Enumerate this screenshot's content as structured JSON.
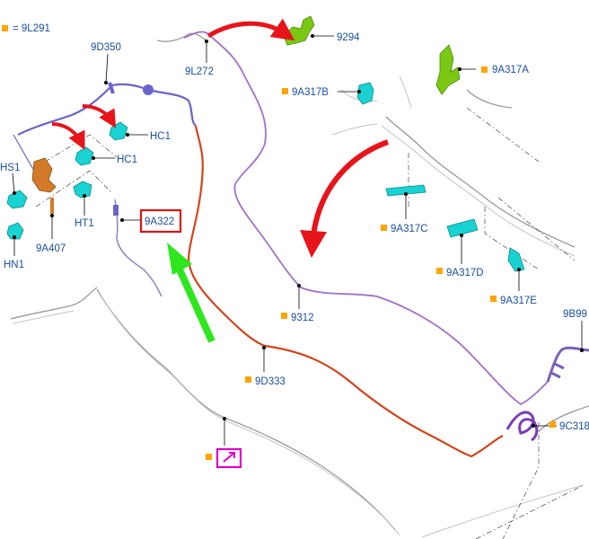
{
  "legend": {
    "key_text": "= 9L291"
  },
  "labels": {
    "l_9D350": "9D350",
    "l_9L272": "9L272",
    "l_9294": "9294",
    "l_9A317A": "9A317A",
    "l_9A317B": "9A317B",
    "l_HC1a": "HC1",
    "l_HC1b": "HC1",
    "l_HS1": "HS1",
    "l_HT1": "HT1",
    "l_9A322": "9A322",
    "l_9A407": "9A407",
    "l_HN1": "HN1",
    "l_9A317C": "9A317C",
    "l_9A317D": "9A317D",
    "l_9A317E": "9A317E",
    "l_9312": "9312",
    "l_9B99": "9B99",
    "l_9D333": "9D333",
    "l_9C318": "9C318"
  },
  "colors": {
    "label_text": "#1a4fa0",
    "orange_marker": "#ffa500",
    "arrow_red": "#e8141b",
    "arrow_green": "#2ee61e",
    "highlight_box": "#e01010",
    "ref_icon": "#e000c8",
    "line_orange_red": "#d2451c",
    "line_purple": "#a070c8",
    "line_blue_purple": "#6a64c8",
    "part_cyan": "#19d2d2",
    "part_green": "#7ac814",
    "part_orange": "#d27a28"
  },
  "icons": [
    "red-curved-arrow",
    "green-arrow",
    "reference-link-icon"
  ]
}
